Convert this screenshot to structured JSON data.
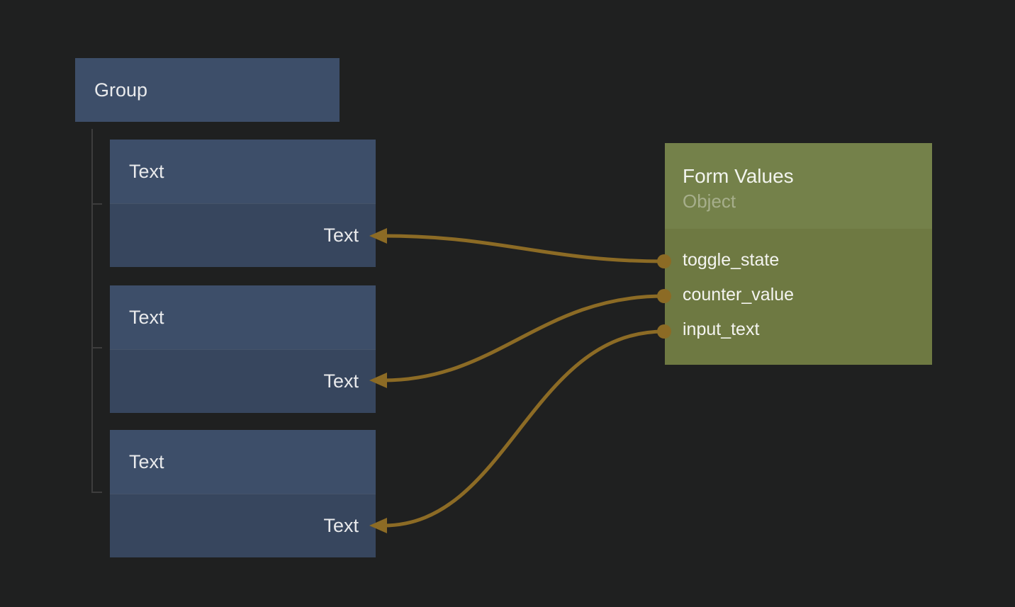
{
  "editor": {
    "background_color": "#1f2020"
  },
  "colors": {
    "wire": "#8c6b25",
    "port": "#8c6b25",
    "arrow": "#8c6b25",
    "tree_line": "#3d3d3d",
    "slate_header": "#3d4e69",
    "slate_body": "#37465e",
    "olive_header": "#74814a",
    "olive_body": "#6e7942"
  },
  "nodes": {
    "group": {
      "title": "Group"
    },
    "text_nodes": [
      {
        "title": "Text",
        "input_label": "Text"
      },
      {
        "title": "Text",
        "input_label": "Text"
      },
      {
        "title": "Text",
        "input_label": "Text"
      }
    ],
    "form_values": {
      "title": "Form Values",
      "subtitle": "Object",
      "fields": [
        {
          "label": "toggle_state"
        },
        {
          "label": "counter_value"
        },
        {
          "label": "input_text"
        }
      ]
    }
  },
  "connections": [
    {
      "from": "Form Values.toggle_state",
      "to": "Text 1.Text"
    },
    {
      "from": "Form Values.counter_value",
      "to": "Text 2.Text"
    },
    {
      "from": "Form Values.input_text",
      "to": "Text 3.Text"
    }
  ]
}
